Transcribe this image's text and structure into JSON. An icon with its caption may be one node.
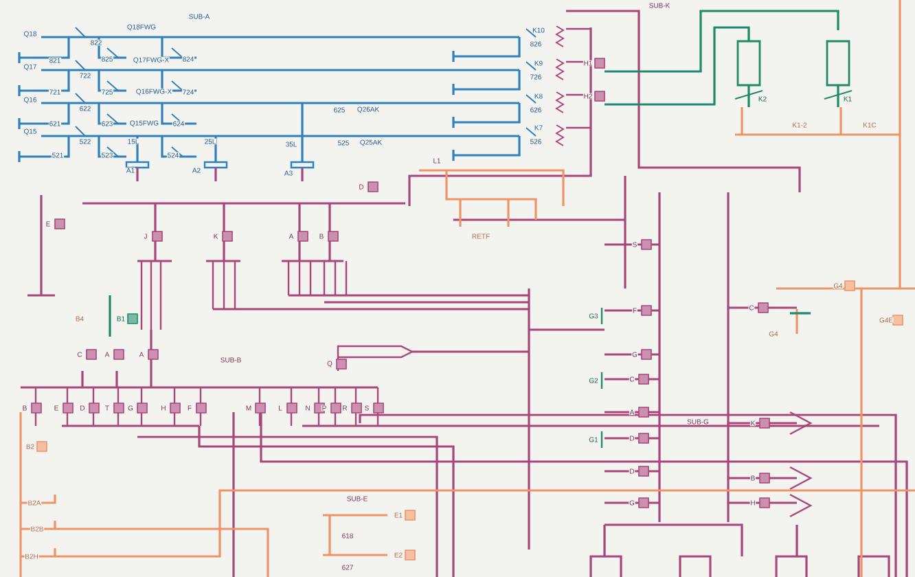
{
  "diagram": {
    "labels": [
      "SUB-A",
      "Q18",
      "Q18FWG",
      "822",
      "821",
      "825",
      "Q17FWG-X",
      "824",
      "Q17",
      "722",
      "721",
      "725",
      "Q16FWG-X",
      "724",
      "Q16",
      "622",
      "621",
      "623",
      "Q15FWG",
      "624",
      "625",
      "Q26AK",
      "Q15",
      "522",
      "15L",
      "25L",
      "35L",
      "525",
      "Q25AK",
      "521",
      "523",
      "524",
      "SUB-K",
      "K10",
      "826",
      "K9",
      "726",
      "K8",
      "626",
      "K7",
      "526",
      "H1",
      "H2",
      "K2",
      "K1",
      "K1-2",
      "K1C",
      "A1",
      "A2",
      "A3",
      "L1",
      "D",
      "E",
      "J",
      "K",
      "A",
      "B",
      "RETF",
      "S",
      "G4",
      "B4",
      "B1",
      "G3",
      "F",
      "C",
      "G4E",
      "G4",
      "C",
      "A",
      "A",
      "SUB-B",
      "Q",
      "G",
      "G2",
      "C",
      "A",
      "SUB-G",
      "K",
      "G1",
      "D",
      "D",
      "B",
      "G",
      "H",
      "B",
      "E",
      "D",
      "T",
      "G",
      "H",
      "F",
      "M",
      "L",
      "N",
      "P",
      "R",
      "S",
      "B2",
      "SUB-E",
      "B2A",
      "E1",
      "B2B",
      "618",
      "B2H",
      "E2",
      "627"
    ]
  }
}
